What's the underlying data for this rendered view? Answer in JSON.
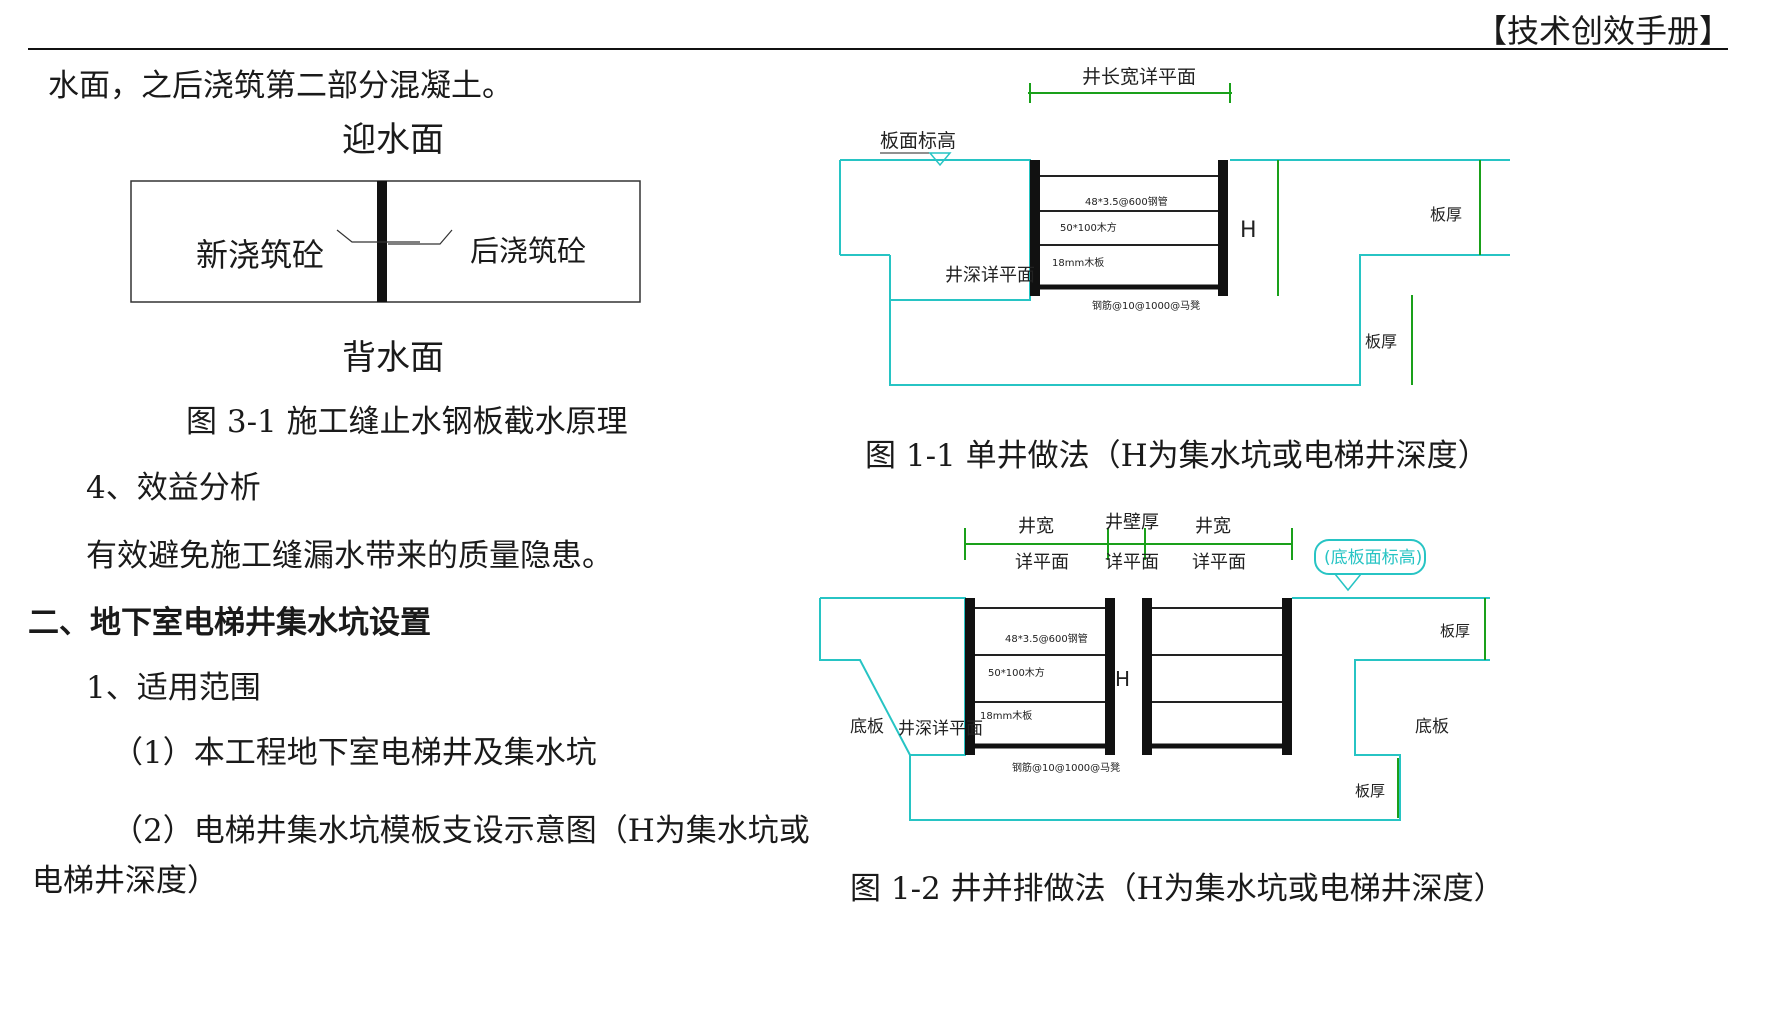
{
  "header": {
    "title": "【技术创效手册】"
  },
  "left": {
    "line1": "水面，之后浇筑第二部分混凝土。",
    "diagram": {
      "top_label": "迎水面",
      "left_label": "新浇筑砼",
      "right_label": "后浇筑砼",
      "bottom_label": "背水面"
    },
    "caption": "图 3-1 施工缝止水钢板截水原理",
    "section4": "4、效益分析",
    "section4_text": "有效避免施工缝漏水带来的质量隐患。",
    "heading2": "二、地下室电梯井集水坑设置",
    "sub1": "1、适用范围",
    "item1": "（1）本工程地下室电梯井及集水坑",
    "item2_line1": "（2）电梯井集水坑模板支设示意图（H为集水坑或",
    "item2_line2": "电梯井深度）"
  },
  "fig1": {
    "label_top": "井长宽详平面",
    "label_slab": "板面标高",
    "label_pipe": "48*3.5@600钢管",
    "label_wood": "50*100木方",
    "label_board": "18mm木板",
    "label_depth": "井深详平面",
    "label_bolt": "钢筋@10@1000@马凳",
    "label_h": "H",
    "label_thick1": "板厚",
    "label_thick2": "板厚",
    "caption": "图 1-1  单井做法（H为集水坑或电梯井深度）"
  },
  "fig2": {
    "label_w1a": "井宽",
    "label_w1b": "详平面",
    "label_wall_a": "井壁厚",
    "label_wall_b": "详平面",
    "label_w2a": "井宽",
    "label_w2b": "详平面",
    "label_slab": "(底板面标高)",
    "label_pipe": "48*3.5@600钢管",
    "label_wood": "50*100木方",
    "label_board": "18mm木板",
    "label_depth": "井深详平面",
    "label_bolt": "钢筋@10@1000@马凳",
    "label_floor_l": "底板",
    "label_floor_r": "底板",
    "label_h": "H",
    "label_thick1": "板厚",
    "label_thick2": "板厚",
    "caption": "图 1-2  井并排做法（H为集水坑或电梯井深度）"
  },
  "colors": {
    "concrete_line": "#27c4c4",
    "dimension": "#1aa01a",
    "formwork": "#111111"
  }
}
